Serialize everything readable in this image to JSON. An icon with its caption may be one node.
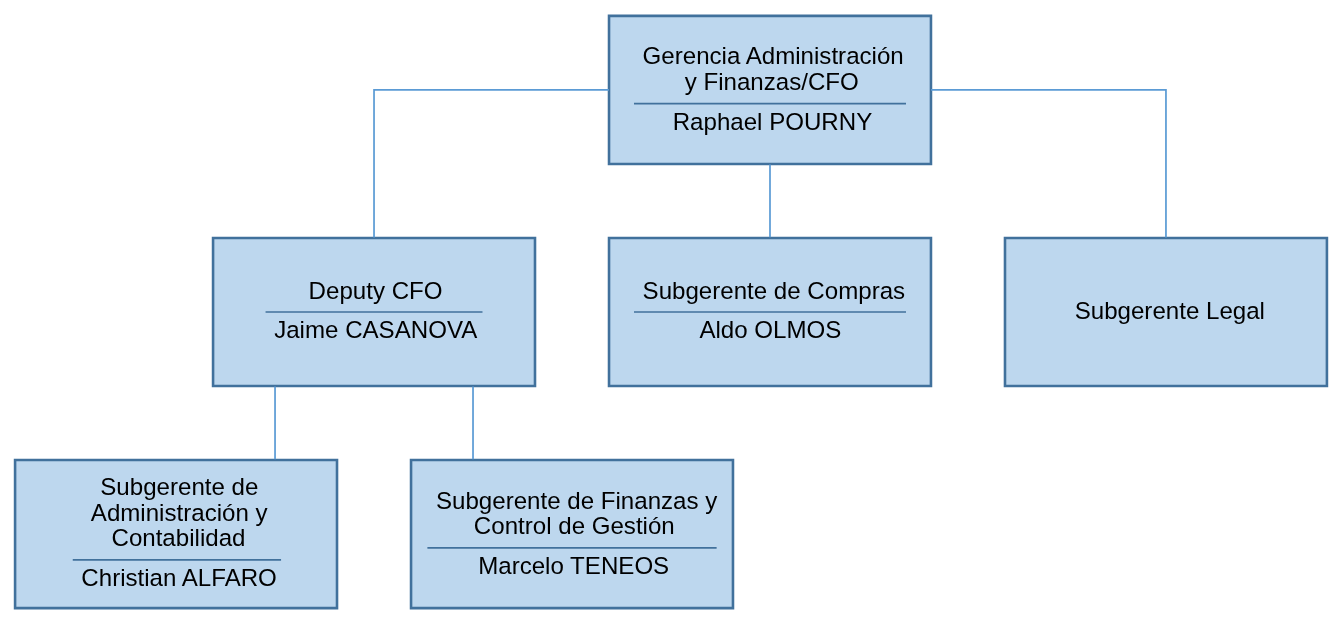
{
  "diagram": {
    "nodes": [
      {
        "text": [
          "Gerencia Administración y Finanzas/CFO",
          "Raphael POURNY"
        ]
      },
      {
        "text": [
          "Deputy CFO",
          "Jaime CASANOVA"
        ]
      },
      {
        "text": [
          "Subgerente de Administración y Contabilidad",
          "Christian ALFARO"
        ]
      },
      {
        "text": [
          "Subgerente de Finanzas y Control de Gestión",
          "Marcelo TENEOS"
        ]
      },
      {
        "text": [
          "Subgerente de Compras",
          "Aldo OLMOS"
        ]
      },
      {
        "text": [
          "Subgerente Legal"
        ]
      }
    ],
    "edges": [
      {
        "from": 0,
        "to": 1,
        "arrow": "none"
      },
      {
        "from": 0,
        "to": 4,
        "arrow": "none"
      },
      {
        "from": 0,
        "to": 5,
        "arrow": "none"
      },
      {
        "from": 1,
        "to": 2,
        "arrow": "none"
      },
      {
        "from": 1,
        "to": 3,
        "arrow": "none"
      }
    ]
  }
}
